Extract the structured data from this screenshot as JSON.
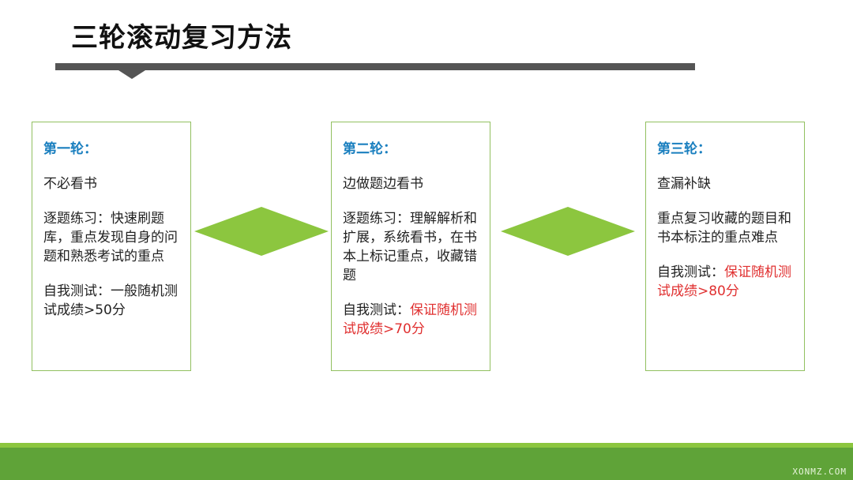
{
  "title": "三轮滚动复习方法",
  "colors": {
    "accent_green": "#8cc63f",
    "heading_blue": "#1a7fbf",
    "highlight_red": "#e03030"
  },
  "cards": [
    {
      "heading": "第一轮：",
      "subtitle": "不必看书",
      "practice": "逐题练习：快速刷题库，重点发现自身的问题和熟悉考试的重点",
      "test_prefix": "自我测试：",
      "test_value": "一般随机测试成绩>50分"
    },
    {
      "heading": "第二轮：",
      "subtitle": "边做题边看书",
      "practice": "逐题练习：理解解析和扩展，系统看书，在书本上标记重点，收藏错题",
      "test_prefix": "自我测试：",
      "test_value": "保证随机测试成绩>70分"
    },
    {
      "heading": "第三轮：",
      "subtitle": "查漏补缺",
      "practice": "重点复习收藏的题目和书本标注的重点难点",
      "test_prefix": "自我测试：",
      "test_value": "保证随机测试成绩>80分"
    }
  ],
  "watermark": "XONMZ.COM"
}
